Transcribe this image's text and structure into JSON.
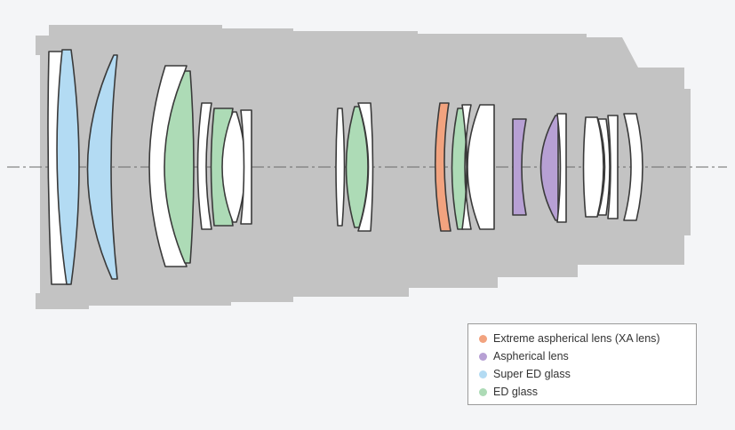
{
  "colors": {
    "background": "#f4f5f7",
    "barrel": "#c3c3c3",
    "lens_plain": "#ffffff",
    "outline": "#3a3a3a",
    "axis": "#6a6a6a"
  },
  "legend": {
    "items": [
      {
        "label": "Extreme aspherical lens (XA lens)",
        "color": "#f2a37f"
      },
      {
        "label": "Aspherical lens",
        "color": "#b7a0d4"
      },
      {
        "label": "Super ED glass",
        "color": "#b3dbf3"
      },
      {
        "label": "ED glass",
        "color": "#addbb6"
      }
    ]
  }
}
